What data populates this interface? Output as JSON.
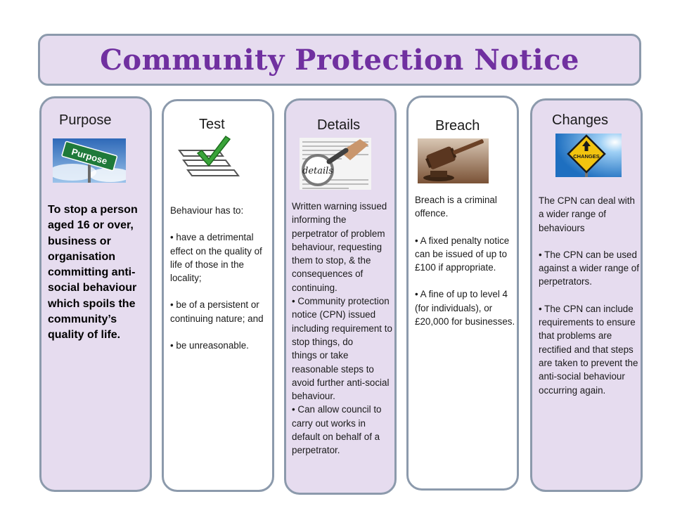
{
  "title": "Community Protection Notice",
  "colors": {
    "title": "#7030a0",
    "panel_lilac": "#e6dcef",
    "border": "#8c9aac"
  },
  "columns": {
    "purpose": {
      "heading": "Purpose",
      "sign_text": "Purpose",
      "body": "To stop a person aged 16 or over, business or organisation committing anti-social behaviour which spoils the community’s quality of life."
    },
    "test": {
      "heading": "Test",
      "intro": "Behaviour has to:",
      "bullets": [
        "• have a detrimental effect on the quality of life of those in the locality;",
        "• be of a persistent or continuing nature; and",
        "• be unreasonable."
      ]
    },
    "details": {
      "heading": "Details",
      "image_word": "details",
      "body": [
        "Written warning issued informing the perpetrator of problem behaviour, requesting",
        "them to stop, & the consequences of continuing.",
        "• Community protection notice (CPN) issued including requirement to stop things, do",
        "things or take reasonable steps to avoid further anti-social behaviour.",
        "• Can allow council to carry out works in default on behalf of a perpetrator."
      ]
    },
    "breach": {
      "heading": "Breach",
      "intro": "Breach is a criminal offence.",
      "bullets": [
        "• A fixed penalty notice can be issued of up to £100 if appropriate.",
        "• A fine of up to level 4 (for individuals), or £20,000 for businesses."
      ]
    },
    "changes": {
      "heading": "Changes",
      "sign_text": "CHANGES",
      "intro": "The CPN can deal with a wider range of behaviours",
      "bullets": [
        "• The CPN can be used against a wider range of perpetrators.",
        "• The CPN can include requirements to ensure that problems are rectified and that steps are taken to prevent the anti-social behaviour occurring again."
      ]
    }
  }
}
